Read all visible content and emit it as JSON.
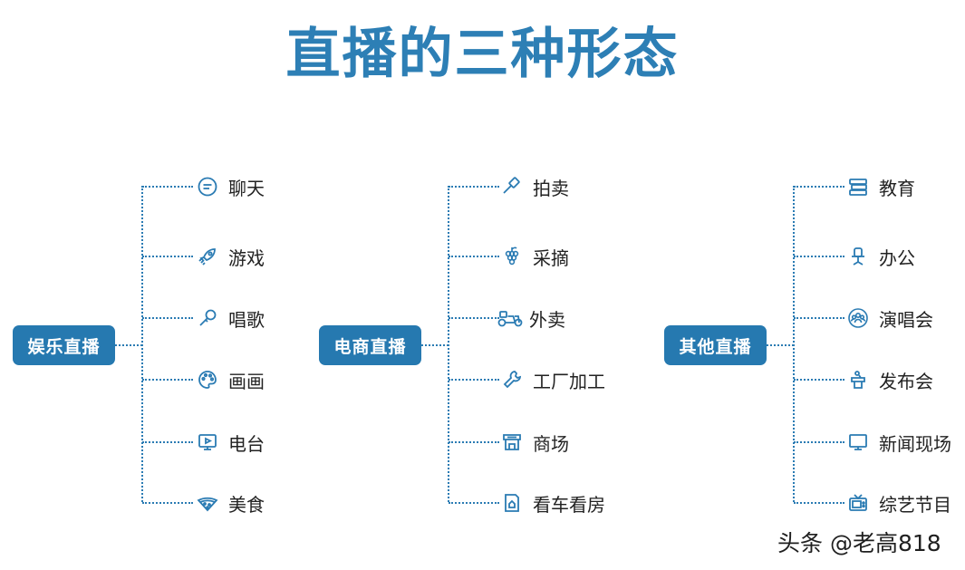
{
  "title": "直播的三种形态",
  "groups": [
    {
      "label": "娱乐直播",
      "items": [
        {
          "label": "聊天",
          "icon": "chat-bubble-icon"
        },
        {
          "label": "游戏",
          "icon": "rocket-icon"
        },
        {
          "label": "唱歌",
          "icon": "microphone-icon"
        },
        {
          "label": "画画",
          "icon": "palette-icon"
        },
        {
          "label": "电台",
          "icon": "screen-play-icon"
        },
        {
          "label": "美食",
          "icon": "pizza-slice-icon"
        }
      ]
    },
    {
      "label": "电商直播",
      "items": [
        {
          "label": "拍卖",
          "icon": "gavel-icon"
        },
        {
          "label": "采摘",
          "icon": "grapes-icon"
        },
        {
          "label": "外卖",
          "icon": "delivery-scooter-icon"
        },
        {
          "label": "工厂加工",
          "icon": "wrench-icon"
        },
        {
          "label": "商场",
          "icon": "store-icon"
        },
        {
          "label": "看车看房",
          "icon": "house-document-icon"
        }
      ]
    },
    {
      "label": "其他直播",
      "items": [
        {
          "label": "教育",
          "icon": "books-icon"
        },
        {
          "label": "办公",
          "icon": "office-chair-icon"
        },
        {
          "label": "演唱会",
          "icon": "audience-icon"
        },
        {
          "label": "发布会",
          "icon": "podium-icon"
        },
        {
          "label": "新闻现场",
          "icon": "monitor-icon"
        },
        {
          "label": "综艺节目",
          "icon": "tv-icon"
        }
      ]
    }
  ],
  "watermark": "头条 @老高818",
  "colors": {
    "accent": "#2679b0",
    "title": "#2d7fb5"
  }
}
